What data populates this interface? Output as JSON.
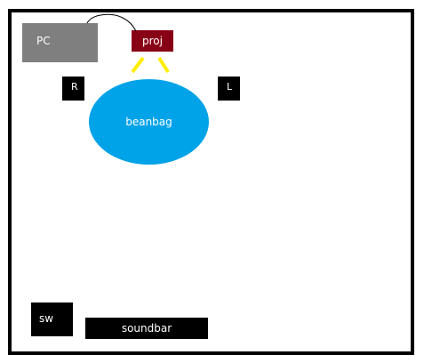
{
  "labels": {
    "pc": "PC",
    "projector": "proj",
    "speaker_right": "R",
    "speaker_left": "L",
    "beanbag": "beanbag",
    "subwoofer": "sw",
    "soundbar": "soundbar"
  },
  "colors": {
    "pc": "#7f7f7f",
    "projector": "#880015",
    "beanbag": "#00a2e8",
    "beams": "#ffed00",
    "speakers": "#000000"
  }
}
